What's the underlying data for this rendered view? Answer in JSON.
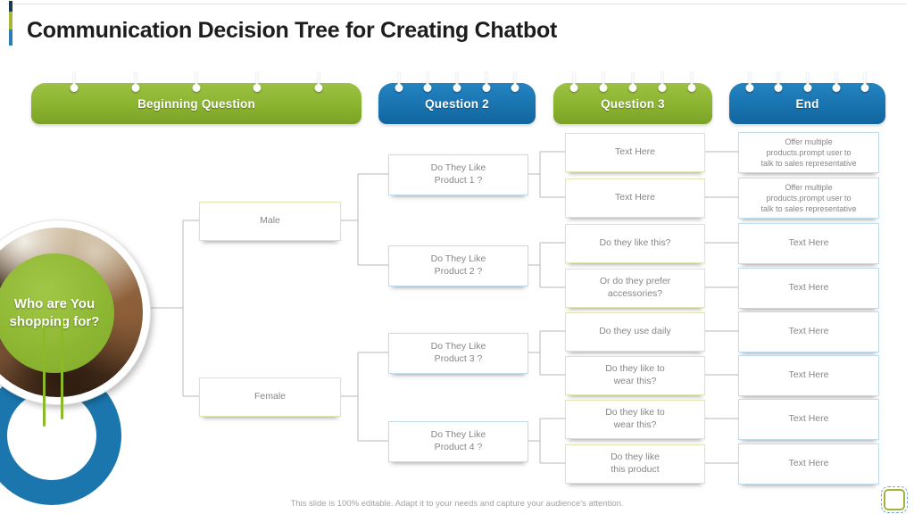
{
  "title": "Communication Decision Tree for Creating Chatbot",
  "banners": [
    {
      "label": "Beginning Question",
      "color": "#8ab32f"
    },
    {
      "label": "Question 2",
      "color": "#1973ae"
    },
    {
      "label": "Question 3",
      "color": "#8ab32f"
    },
    {
      "label": "End",
      "color": "#1973ae"
    }
  ],
  "tree": {
    "root": "Who are You\nshopping for?",
    "level1": [
      "Male",
      "Female"
    ],
    "level2": [
      "Do They Like\nProduct 1 ?",
      "Do They Like\nProduct 2 ?",
      "Do They Like\nProduct 3 ?",
      "Do They Like\nProduct 4 ?"
    ],
    "level3": [
      "Text Here",
      "Text Here",
      "Do they like this?",
      "Or do they prefer\naccessories?",
      "Do they use daily",
      "Do they like to\nwear this?",
      "Do they like to\nwear this?",
      "Do they like\nthis product"
    ],
    "end": [
      "Offer multiple\nproducts.prompt user to\ntalk to sales representative",
      "Offer multiple\nproducts.prompt user to\ntalk to sales representative",
      "Text Here",
      "Text Here",
      "Text Here",
      "Text Here",
      "Text Here",
      "Text Here"
    ]
  },
  "footer": "This slide is 100% editable. Adapt it to your needs and capture your audience's attention.",
  "accent_colors": {
    "line_gray": "#b8b8b8",
    "olive_border": "#e2e5af",
    "blue_border": "#bedcee",
    "arc_blue": "#1b76ae",
    "bar_green": "#8cb82b"
  }
}
